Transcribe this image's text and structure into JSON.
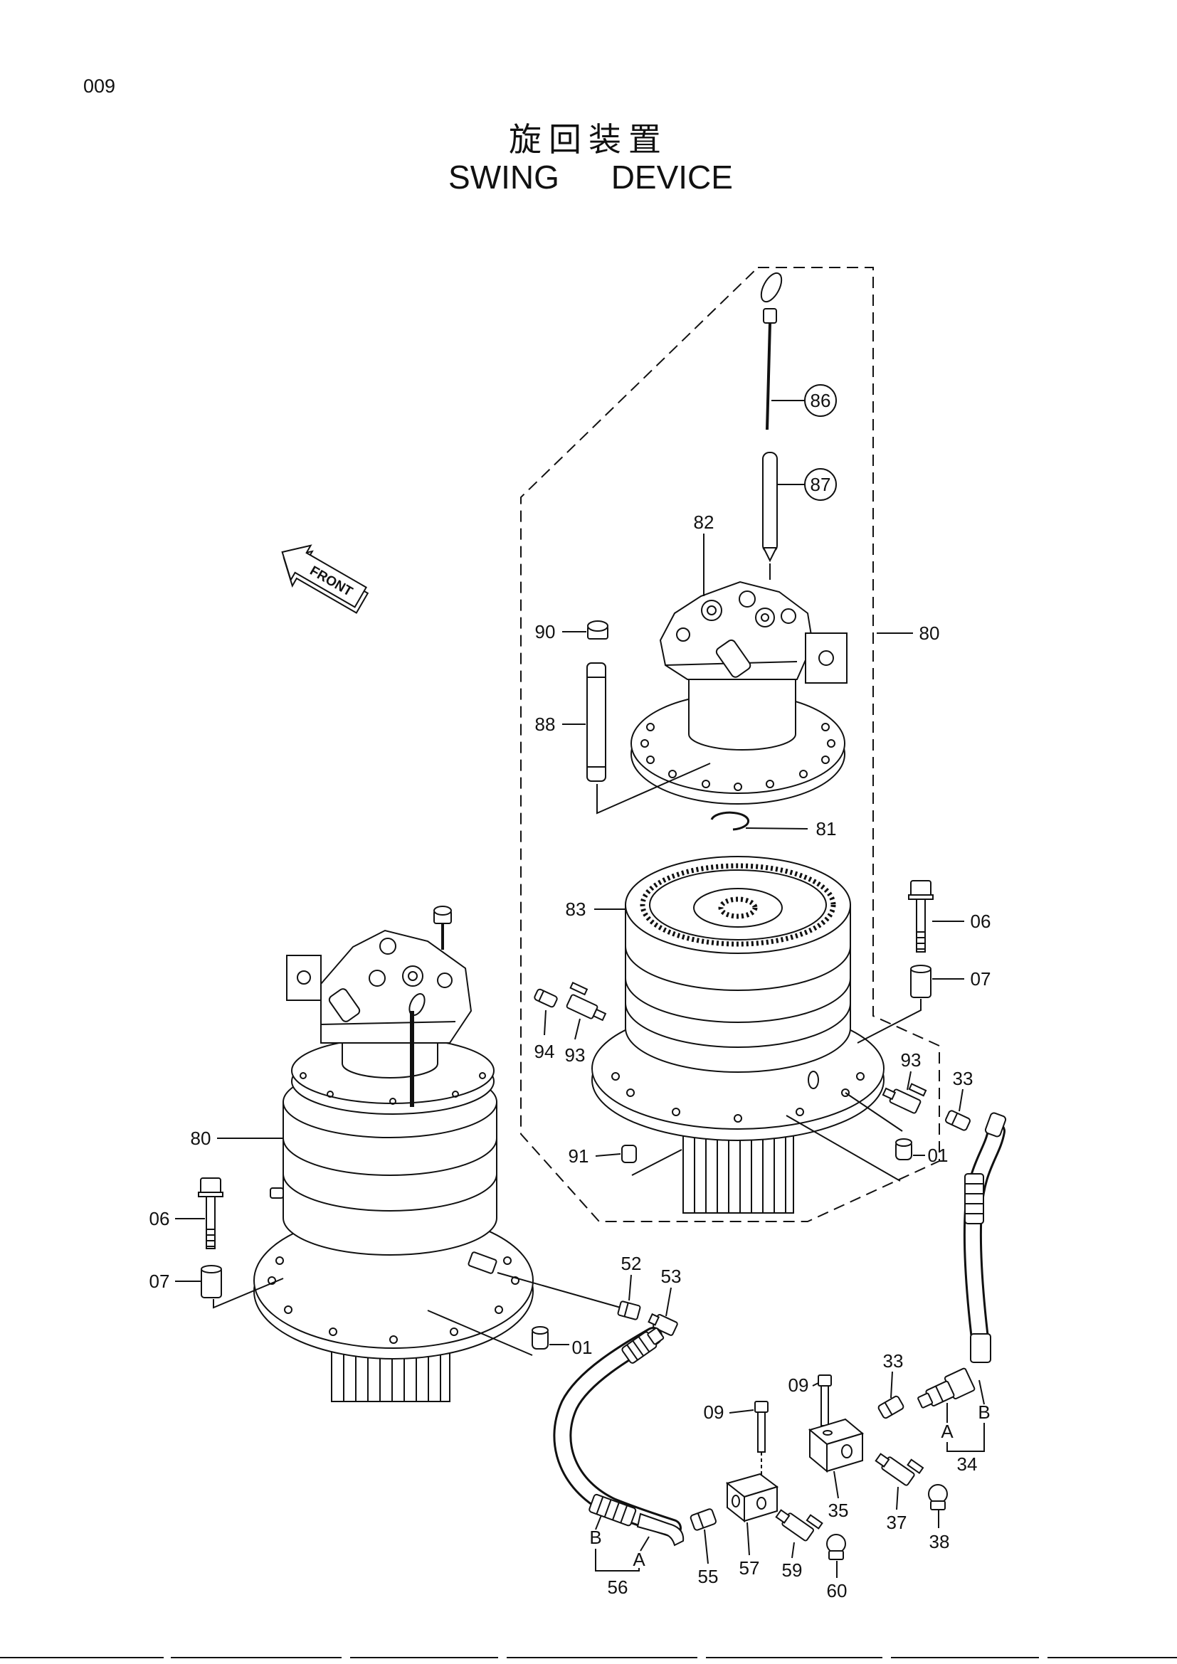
{
  "page_number": "009",
  "title_ja": "旋回装置",
  "title_en": "SWING DEVICE",
  "front_label": "FRONT",
  "callouts": [
    {
      "label": "86"
    },
    {
      "label": "87"
    },
    {
      "label": "82"
    },
    {
      "label": "90"
    },
    {
      "label": "80"
    },
    {
      "label": "88"
    },
    {
      "label": "81"
    },
    {
      "label": "83"
    },
    {
      "label": "06"
    },
    {
      "label": "07"
    },
    {
      "label": "94"
    },
    {
      "label": "93"
    },
    {
      "label": "93"
    },
    {
      "label": "33"
    },
    {
      "label": "80"
    },
    {
      "label": "91"
    },
    {
      "label": "01"
    },
    {
      "label": "06"
    },
    {
      "label": "07"
    },
    {
      "label": "52"
    },
    {
      "label": "53"
    },
    {
      "label": "01"
    },
    {
      "label": "09"
    },
    {
      "label": "33"
    },
    {
      "label": "09"
    },
    {
      "label": "A"
    },
    {
      "label": "B"
    },
    {
      "label": "34"
    },
    {
      "label": "35"
    },
    {
      "label": "37"
    },
    {
      "label": "38"
    },
    {
      "label": "B"
    },
    {
      "label": "A"
    },
    {
      "label": "55"
    },
    {
      "label": "57"
    },
    {
      "label": "59"
    },
    {
      "label": "60"
    },
    {
      "label": "56"
    }
  ]
}
